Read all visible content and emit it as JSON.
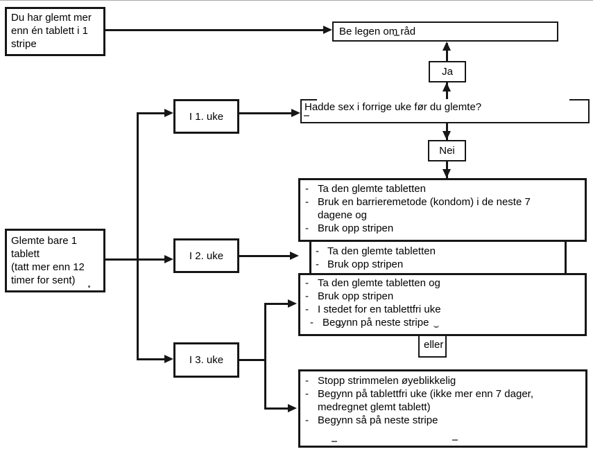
{
  "colors": {
    "background": "#ffffff",
    "line": "#161616",
    "text": "#000000"
  },
  "bullet": "-",
  "boxes": {
    "forgot_many": {
      "lines": [
        "Du har glemt mer",
        "enn én tablett i 1",
        "stripe"
      ]
    },
    "ask_doctor": {
      "label": "Be legen om råd"
    },
    "yes": {
      "label": "Ja"
    },
    "had_sex": {
      "label": "Hadde sex i forrige uke før du glemte?"
    },
    "no": {
      "label": "Nei"
    },
    "forgot_one": {
      "lines": [
        "Glemte bare 1",
        "tablett",
        "(tatt mer enn 12",
        "timer for sent)"
      ]
    },
    "week1": {
      "label": "I 1. uke"
    },
    "week2": {
      "label": "I 2. uke"
    },
    "week3": {
      "label": "I 3. uke"
    },
    "week1_actions": {
      "items": [
        "Ta den glemte tabletten",
        "Bruk en barrieremetode (kondom) i de neste 7 dagene og",
        "Bruk opp stripen"
      ]
    },
    "week2_actions": {
      "items": [
        "Ta den glemte tabletten",
        "Bruk opp stripen"
      ]
    },
    "week3_option1": {
      "items": [
        "Ta den glemte tabletten og",
        "Bruk opp stripen",
        "I stedet for en tablettfri uke",
        "Begynn på neste stripe"
      ]
    },
    "or": {
      "label": "eller"
    },
    "week3_option2": {
      "items": [
        "Stopp strimmelen øyeblikkelig",
        "Begynn på tablettfri uke (ikke mer enn 7 dager, medregnet glemt tablett)",
        "Begynn så på neste stripe"
      ]
    }
  }
}
